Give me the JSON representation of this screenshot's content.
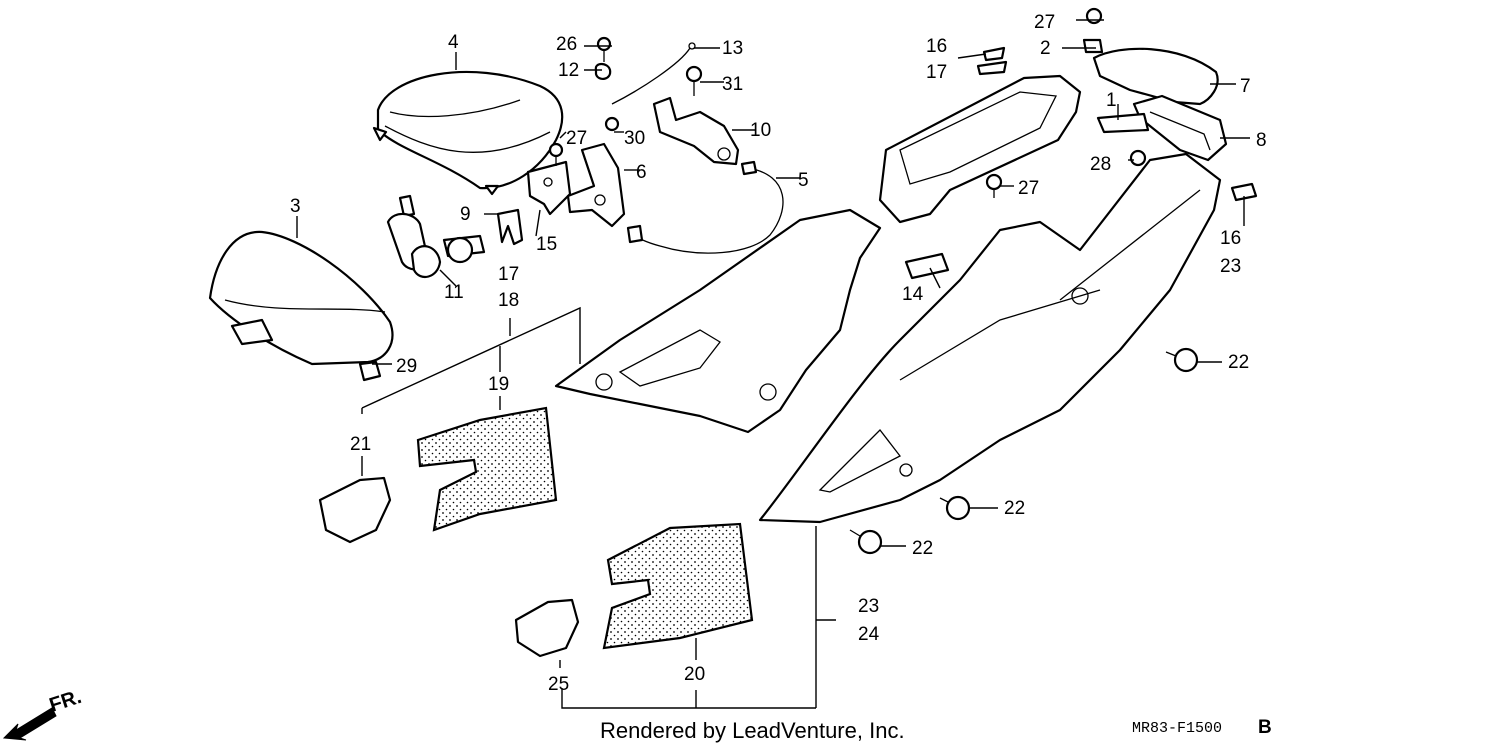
{
  "footer": {
    "credit": "Rendered by LeadVenture, Inc.",
    "diagram_code": "MR83-F1500",
    "diagram_code_suffix": "B",
    "direction_label": "FR."
  },
  "callouts": {
    "c1": "1",
    "c2": "2",
    "c3": "3",
    "c4": "4",
    "c5": "5",
    "c6": "6",
    "c7": "7",
    "c8": "8",
    "c9": "9",
    "c10": "10",
    "c11": "11",
    "c12": "12",
    "c13": "13",
    "c14": "14",
    "c15": "15",
    "c16a": "16",
    "c17a": "17",
    "c16b": "16",
    "c23a": "23",
    "c17b": "17",
    "c18": "18",
    "c19": "19",
    "c20": "20",
    "c21": "21",
    "c22a": "22",
    "c22b": "22",
    "c22c": "22",
    "c23b": "23",
    "c24": "24",
    "c25": "25",
    "c26": "26",
    "c27a": "27",
    "c27b": "27",
    "c27c": "27",
    "c28": "28",
    "c29": "29",
    "c30": "30",
    "c31": "31"
  }
}
